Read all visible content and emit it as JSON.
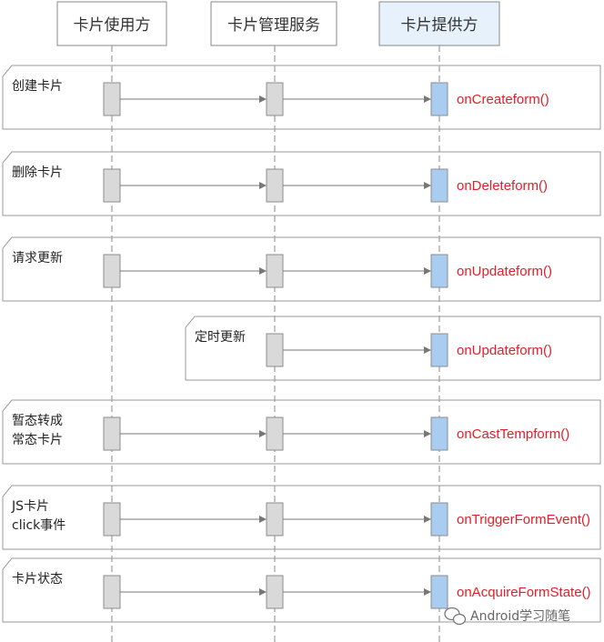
{
  "actors": [
    {
      "id": "user",
      "label": "卡片使用方"
    },
    {
      "id": "service",
      "label": "卡片管理服务"
    },
    {
      "id": "provider",
      "label": "卡片提供方"
    }
  ],
  "frames": [
    {
      "label_lines": [
        "创建卡片"
      ],
      "method": "onCreateform()",
      "starts_at": "user"
    },
    {
      "label_lines": [
        "删除卡片"
      ],
      "method": "onDeleteform()",
      "starts_at": "user"
    },
    {
      "label_lines": [
        "请求更新"
      ],
      "method": "onUpdateform()",
      "starts_at": "user"
    },
    {
      "label_lines": [
        "定时更新"
      ],
      "method": "onUpdateform()",
      "starts_at": "service"
    },
    {
      "label_lines": [
        "暂态转成",
        "常态卡片"
      ],
      "method": "onCastTempform()",
      "starts_at": "user"
    },
    {
      "label_lines": [
        "JS卡片",
        "click事件"
      ],
      "method": "onTriggerFormEvent()",
      "starts_at": "user"
    },
    {
      "label_lines": [
        "卡片状态"
      ],
      "method": "onAcquireFormState()",
      "starts_at": "user"
    }
  ],
  "watermark": "Android学习随笔",
  "colors": {
    "actor_border": "#888888",
    "provider_fill": "#e6f1fb",
    "frame_border": "#9a9a9a",
    "activation_gray": "#d9d9d9",
    "activation_blue": "#a9cdf0",
    "method_text": "#e0202a",
    "arrow": "#777777"
  }
}
